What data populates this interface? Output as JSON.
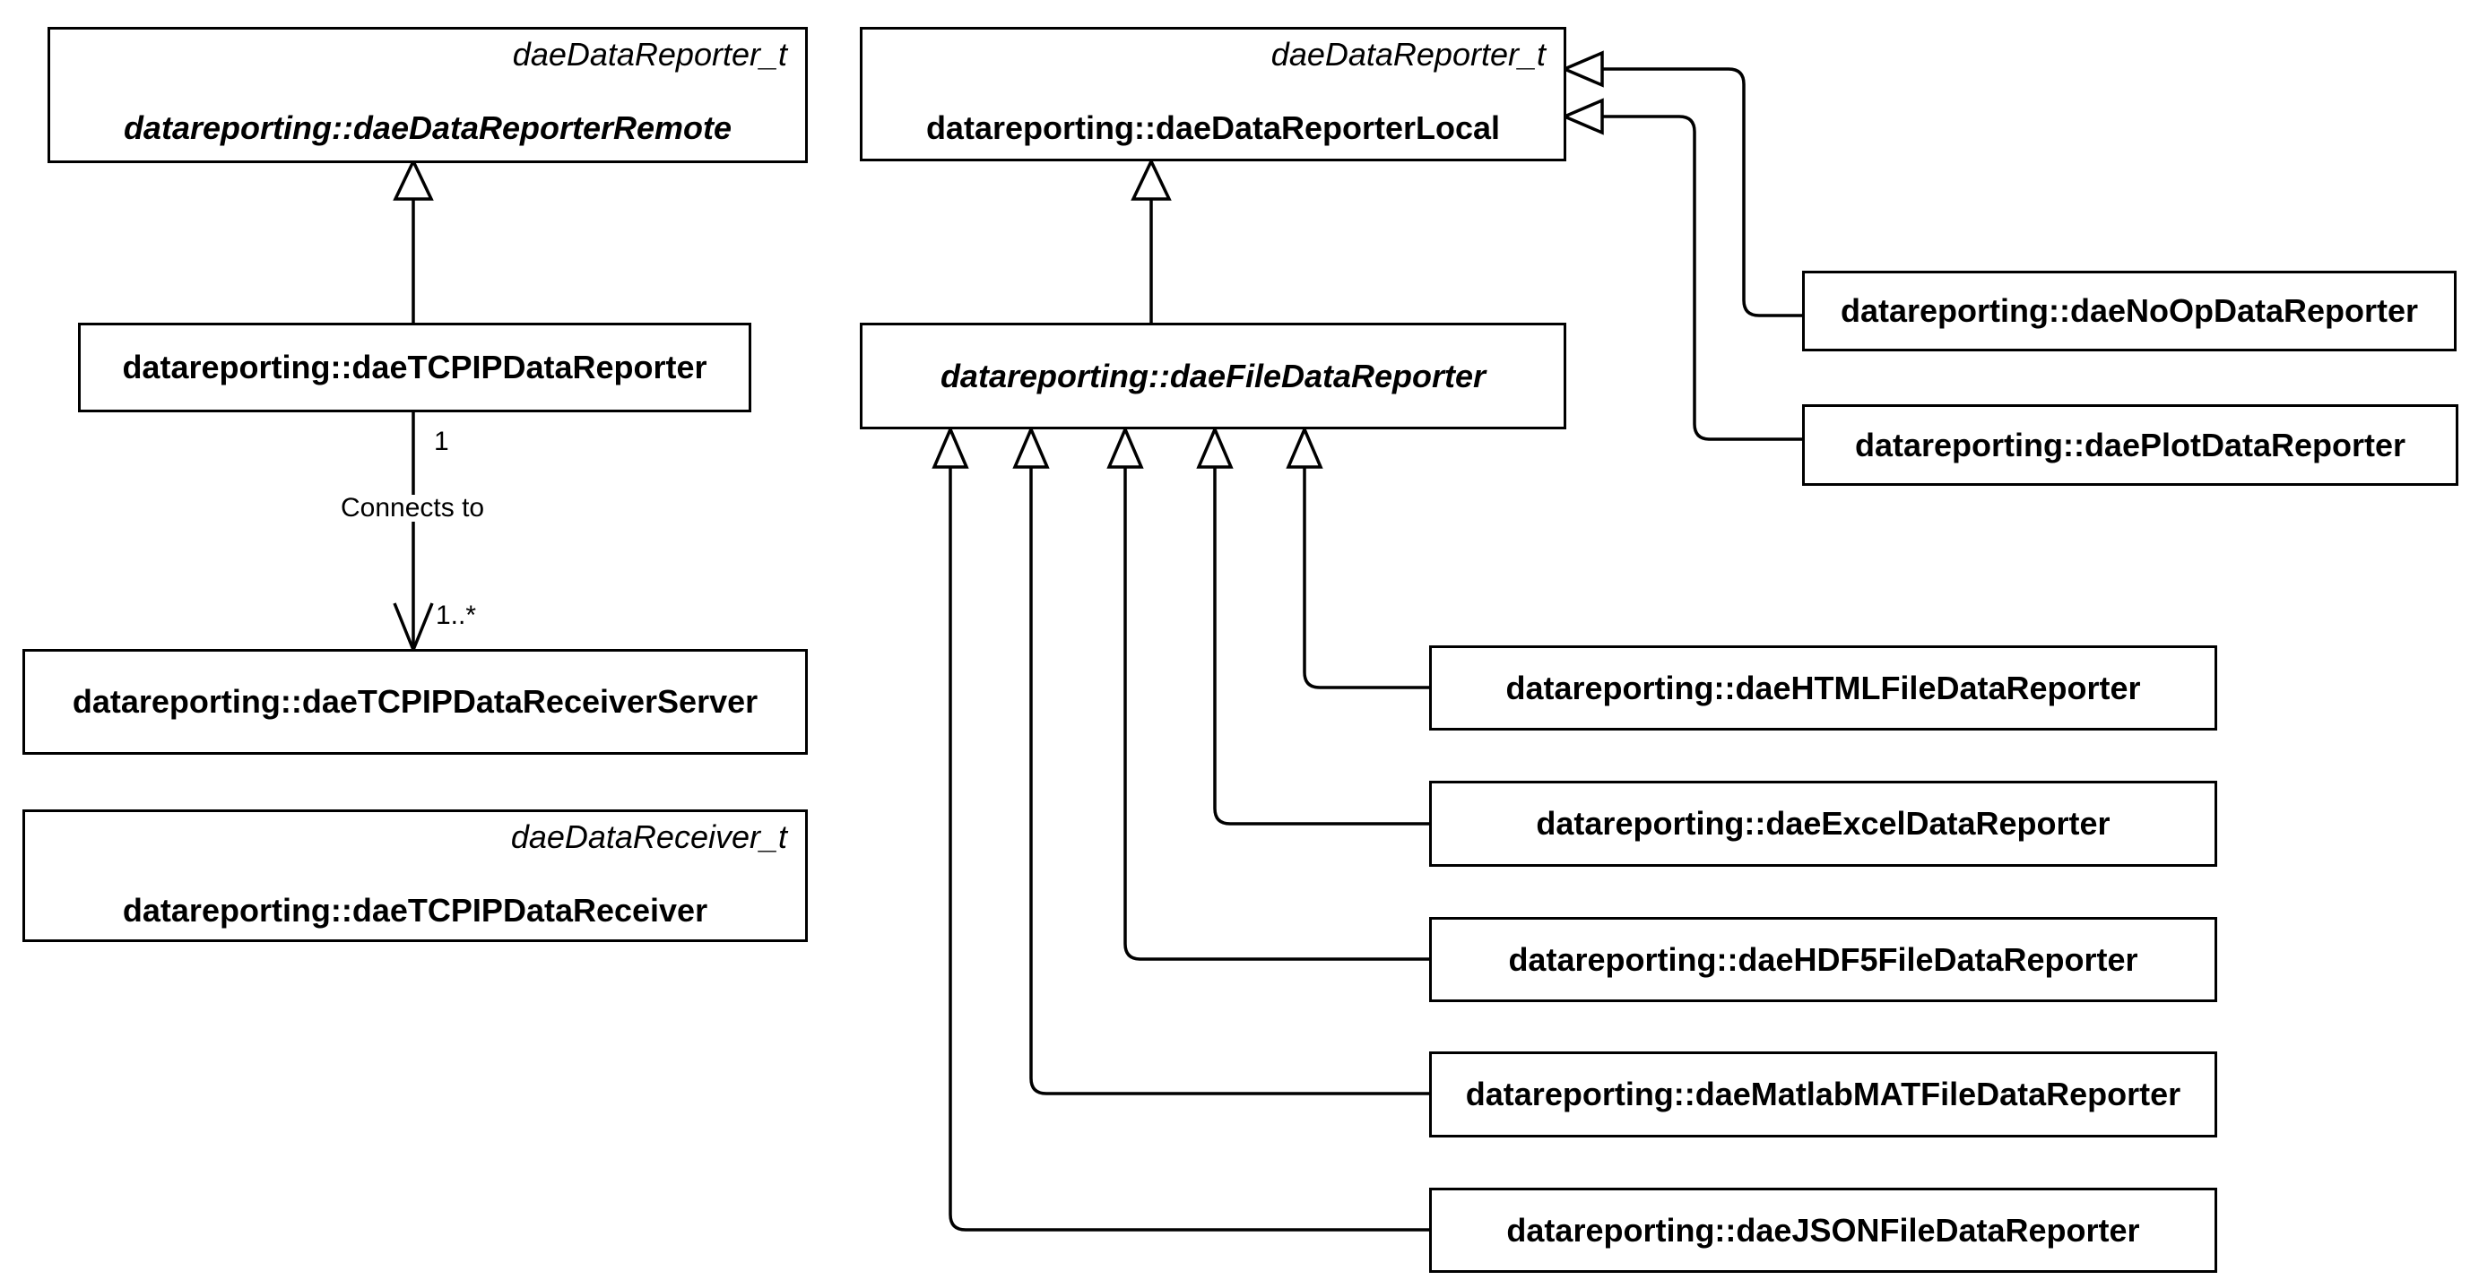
{
  "classes": {
    "remote": {
      "name": "datareporting::daeDataReporterRemote",
      "stereotype": "daeDataReporter_t"
    },
    "local": {
      "name": "datareporting::daeDataReporterLocal",
      "stereotype": "daeDataReporter_t"
    },
    "tcpip": {
      "name": "datareporting::daeTCPIPDataReporter"
    },
    "server": {
      "name": "datareporting::daeTCPIPDataReceiverServer"
    },
    "receiver": {
      "name": "datareporting::daeTCPIPDataReceiver",
      "stereotype": "daeDataReceiver_t"
    },
    "file": {
      "name": "datareporting::daeFileDataReporter"
    },
    "noop": {
      "name": "datareporting::daeNoOpDataReporter"
    },
    "plot": {
      "name": "datareporting::daePlotDataReporter"
    },
    "html": {
      "name": "datareporting::daeHTMLFileDataReporter"
    },
    "excel": {
      "name": "datareporting::daeExcelDataReporter"
    },
    "hdf5": {
      "name": "datareporting::daeHDF5FileDataReporter"
    },
    "matlab": {
      "name": "datareporting::daeMatlabMATFileDataReporter"
    },
    "json": {
      "name": "datareporting::daeJSONFileDataReporter"
    }
  },
  "association": {
    "label": "Connects to",
    "source_multiplicity": "1",
    "target_multiplicity": "1..*"
  }
}
